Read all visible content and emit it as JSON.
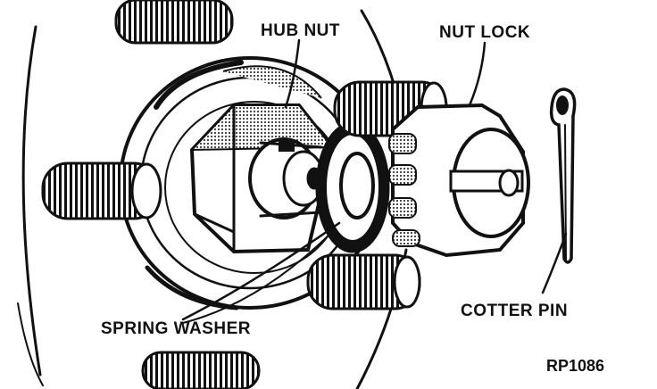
{
  "labels": {
    "hub_nut": "HUB NUT",
    "nut_lock": "NUT LOCK",
    "cotter_pin": "COTTER PIN",
    "spring_washer": "SPRING WASHER"
  },
  "figure_ref": "RP1086",
  "colors": {
    "ink": "#111111",
    "paper": "#ffffff"
  }
}
